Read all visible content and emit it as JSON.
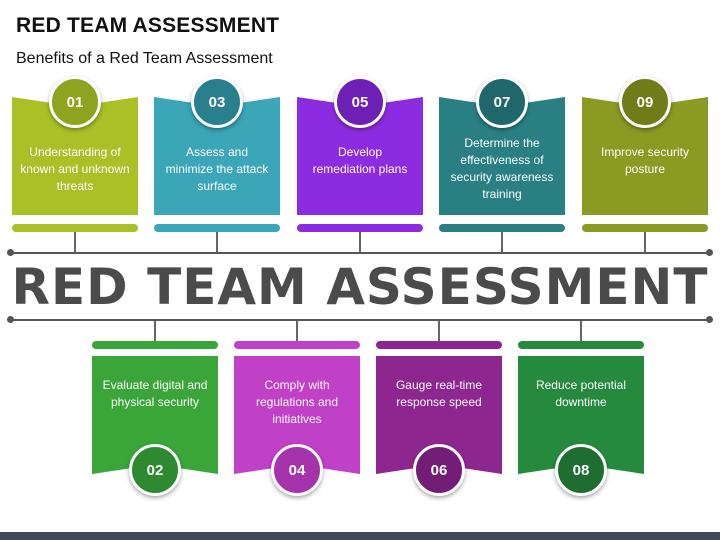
{
  "title": "RED TEAM ASSESSMENT",
  "subtitle": "Benefits of a Red Team Assessment",
  "center_text": "RED TEAM ASSESSMENT",
  "top_items": [
    {
      "number": "01",
      "text": "Understanding of known and unknown threats",
      "color": "#a9c127",
      "badge_color": "#8ea41e"
    },
    {
      "number": "03",
      "text": "Assess and minimize the attack surface",
      "color": "#3aa6b8",
      "badge_color": "#2a7f8c"
    },
    {
      "number": "05",
      "text": "Develop remediation plans",
      "color": "#8d2be0",
      "badge_color": "#6e1fb6"
    },
    {
      "number": "07",
      "text": "Determine the effectiveness of security awareness training",
      "color": "#2a7f83",
      "badge_color": "#20676b"
    },
    {
      "number": "09",
      "text": "Improve security posture",
      "color": "#8a9a22",
      "badge_color": "#6f7c18"
    }
  ],
  "bottom_items": [
    {
      "number": "02",
      "text": "Evaluate digital and physical security",
      "color": "#3aa63a",
      "badge_color": "#2e8a2e"
    },
    {
      "number": "04",
      "text": "Comply with regulations and initiatives",
      "color": "#c040c8",
      "badge_color": "#a533ac"
    },
    {
      "number": "06",
      "text": "Gauge real-time response speed",
      "color": "#8e2690",
      "badge_color": "#741d76"
    },
    {
      "number": "08",
      "text": "Reduce potential downtime",
      "color": "#268a3e",
      "badge_color": "#1d6e30"
    }
  ]
}
